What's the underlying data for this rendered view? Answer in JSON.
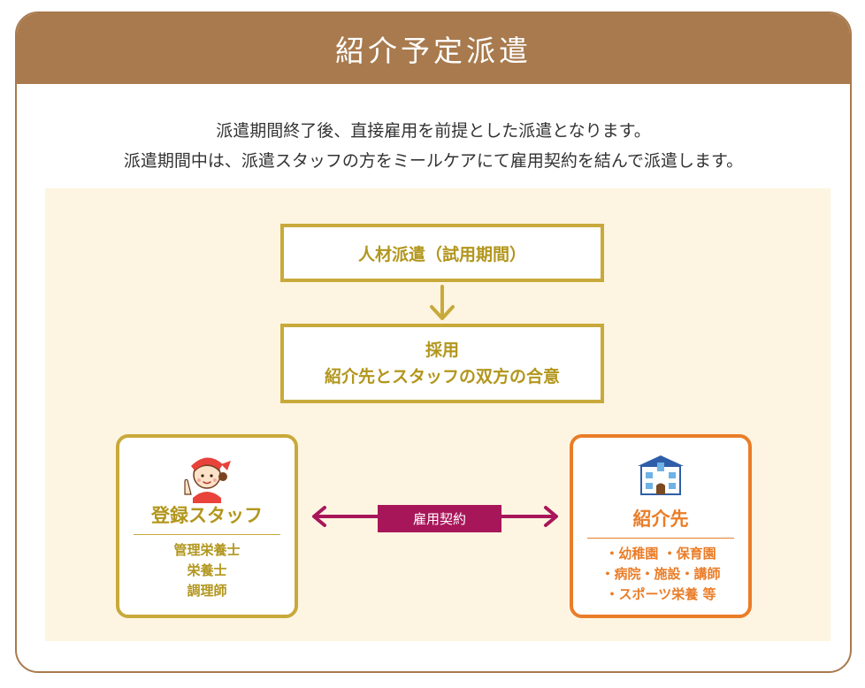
{
  "header": {
    "title": "紹介予定派遣"
  },
  "intro": {
    "line1": "派遣期間終了後、直接雇用を前提とした派遣となります。",
    "line2": "派遣期間中は、派遣スタッフの方をミールケアにて雇用契約を結んで派遣します。"
  },
  "flow": {
    "step1": "人材派遣（試用期間）",
    "step2_line1": "採用",
    "step2_line2": "紹介先とスタッフの双方の合意"
  },
  "staff": {
    "name": "登録スタッフ",
    "icon": "staff-illustration",
    "items": [
      "管理栄養士",
      "栄養士",
      "調理師"
    ]
  },
  "client": {
    "name": "紹介先",
    "icon": "building-icon",
    "items": [
      "・幼稚園 ・保育園",
      "・病院・施設・講師",
      "・スポーツ栄養 等"
    ]
  },
  "contract": {
    "label": "雇用契約"
  },
  "colors": {
    "brown": "#a87a4e",
    "gold": "#c8a93b",
    "gold_text": "#b2961d",
    "orange": "#ea7d28",
    "magenta": "#a8165a",
    "panel_bg": "#fdf5e1"
  }
}
